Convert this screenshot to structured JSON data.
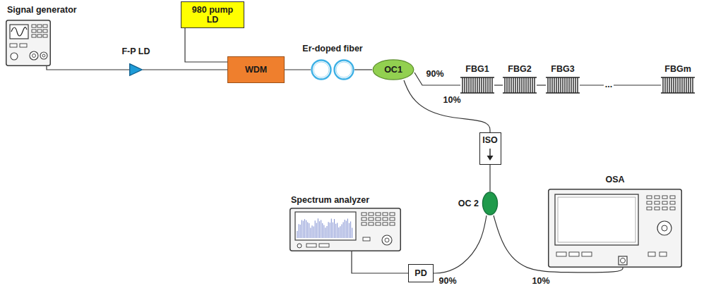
{
  "diagram": {
    "nodes": [
      {
        "text": [
          "Signal generator"
        ]
      },
      {
        "text": [
          "F-P LD"
        ]
      },
      {
        "text": [
          "980 pump LD"
        ]
      },
      {
        "text": [
          "WDM"
        ]
      },
      {
        "text": [
          "Er-doped fiber"
        ]
      },
      {
        "text": [
          "OC1"
        ]
      },
      {
        "text": [
          "FBG1"
        ]
      },
      {
        "text": [
          "FBG2"
        ]
      },
      {
        "text": [
          "FBG3"
        ]
      },
      {
        "text": [
          "FBGm"
        ]
      },
      {
        "text": [
          "ISO"
        ]
      },
      {
        "text": [
          "OC 2"
        ]
      },
      {
        "text": [
          "Spectrum analyzer"
        ]
      },
      {
        "text": [
          "PD"
        ]
      },
      {
        "text": [
          "OSA"
        ]
      }
    ],
    "edges": [
      {
        "from": 0,
        "to": 1,
        "arrow": "none"
      },
      {
        "from": 1,
        "to": 3,
        "arrow": "none"
      },
      {
        "from": 2,
        "to": 3,
        "arrow": "none"
      },
      {
        "from": 3,
        "to": 4,
        "arrow": "none"
      },
      {
        "from": 4,
        "to": 5,
        "arrow": "none"
      },
      {
        "from": 5,
        "to": 6,
        "label": "90%",
        "arrow": "none"
      },
      {
        "from": 6,
        "to": 7,
        "arrow": "none"
      },
      {
        "from": 7,
        "to": 8,
        "arrow": "none"
      },
      {
        "from": 8,
        "to": 9,
        "label": "...",
        "arrow": "none"
      },
      {
        "from": 5,
        "to": 10,
        "label": "10%",
        "arrow": "none"
      },
      {
        "from": 10,
        "to": 11,
        "arrow": "none"
      },
      {
        "from": 11,
        "to": 13,
        "label": "90%",
        "arrow": "none"
      },
      {
        "from": 13,
        "to": 12,
        "arrow": "none"
      },
      {
        "from": 11,
        "to": 14,
        "label": "10%",
        "arrow": "none"
      }
    ]
  }
}
